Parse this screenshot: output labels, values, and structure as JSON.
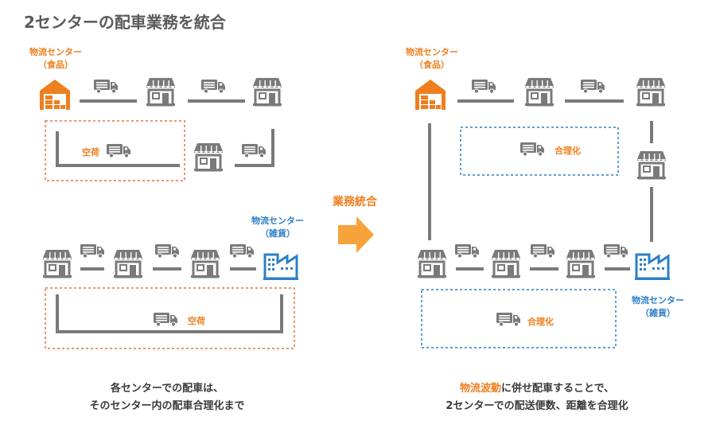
{
  "title": "2センターの配車業務を統合",
  "left": {
    "food_center_label_1": "物流センター",
    "food_center_label_2": "（食品）",
    "empty_load_top": "空荷",
    "misc_center_label_1": "物流センター",
    "misc_center_label_2": "（雑貨）",
    "empty_load_bottom": "空荷",
    "caption_line1": "各センターでの配車は、",
    "caption_line2": "そのセンター内の配車合理化まで"
  },
  "arrow": {
    "label": "業務統合"
  },
  "right": {
    "food_center_label_1": "物流センター",
    "food_center_label_2": "（食品）",
    "rationalize_top": "合理化",
    "rationalize_bottom": "合理化",
    "misc_center_label_1": "物流センター",
    "misc_center_label_2": "（雑貨）",
    "caption_line1_hl": "物流波動",
    "caption_line1_rest": "に併せ配車することで、",
    "caption_line2": "2センターでの配送便数、距離を合理化"
  },
  "colors": {
    "orange": "#ee7f1f",
    "blue": "#2d7fc7",
    "gray": "#7a7a7a",
    "orange_dash": "#e0763a",
    "blue_dash": "#2d7fc7"
  },
  "icons": [
    "warehouse-icon",
    "truck-icon",
    "store-icon",
    "factory-icon",
    "arrow-right-icon"
  ]
}
